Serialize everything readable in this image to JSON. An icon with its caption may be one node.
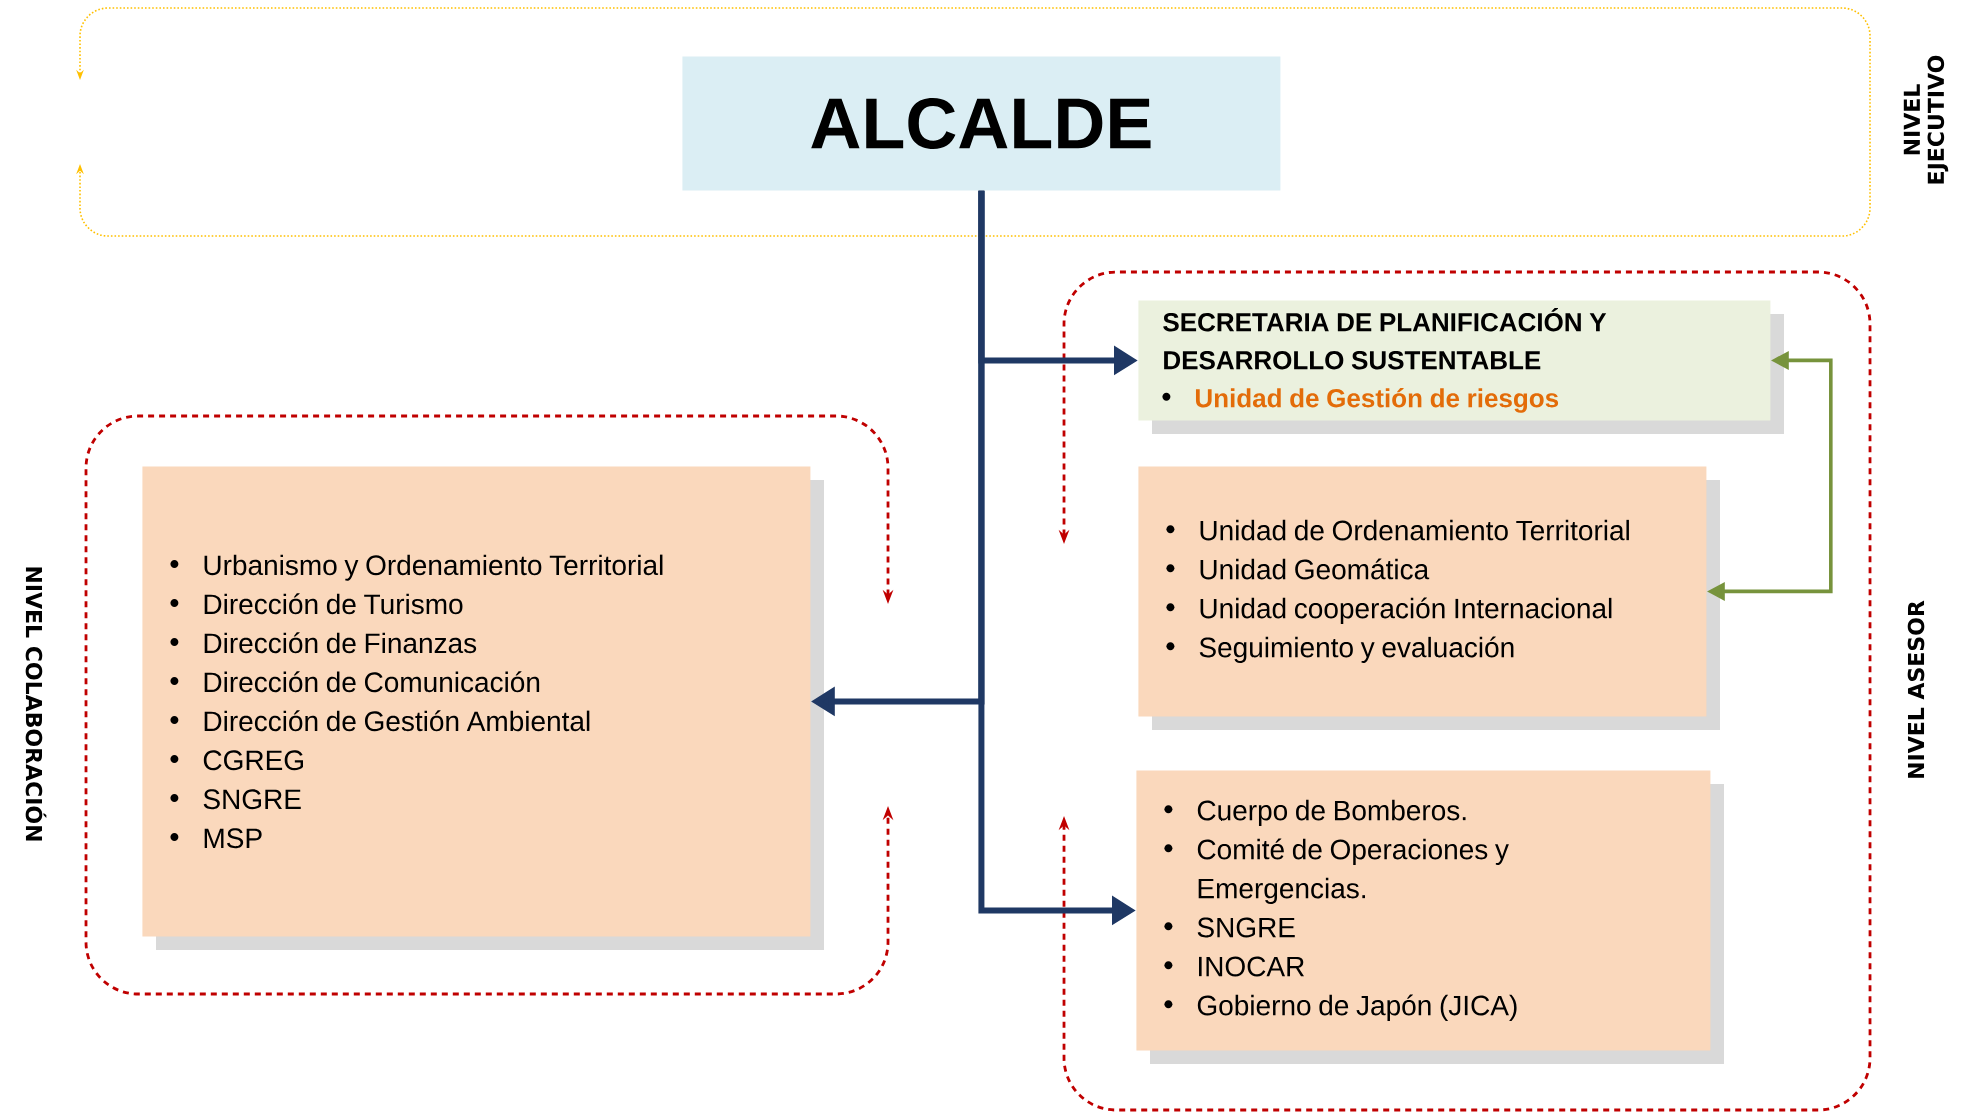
{
  "diagram": {
    "nodes": [
      {
        "text": [
          "ALCALDE"
        ]
      },
      {
        "text": [
          "SECRETARIA DE PLANIFICACIÓN Y DESARROLLO SUSTENTABLE",
          "Unidad de Gestión de riesgos"
        ]
      },
      {
        "text": [
          "Unidad de Ordenamiento Territorial",
          "Unidad Geomática",
          "Unidad cooperación Internacional",
          "Seguimiento y evaluación"
        ]
      },
      {
        "text": [
          "Cuerpo de Bomberos.",
          "Comité de Operaciones y Emergencias.",
          "SNGRE",
          "INOCAR",
          "Gobierno de Japón (JICA)"
        ]
      },
      {
        "text": [
          "Urbanismo y Ordenamiento Territorial",
          "Dirección de Turismo",
          "Dirección de Finanzas",
          "Dirección de Comunicación",
          "Dirección de Gestión Ambiental",
          "CGREG",
          "SNGRE",
          "MSP"
        ]
      }
    ],
    "edges": [
      {
        "from": 0,
        "to": 1,
        "arrow": "to"
      },
      {
        "from": 1,
        "to": 2,
        "arrow": "both",
        "color": "#77933c"
      },
      {
        "from": 0,
        "to": 4,
        "arrow": "to"
      },
      {
        "from": 0,
        "to": 3,
        "arrow": "to"
      }
    ],
    "labels": [
      "NIVEL EJECUTIVO",
      "NIVEL ASESOR",
      "NIVEL COLABORACIÓN"
    ]
  }
}
